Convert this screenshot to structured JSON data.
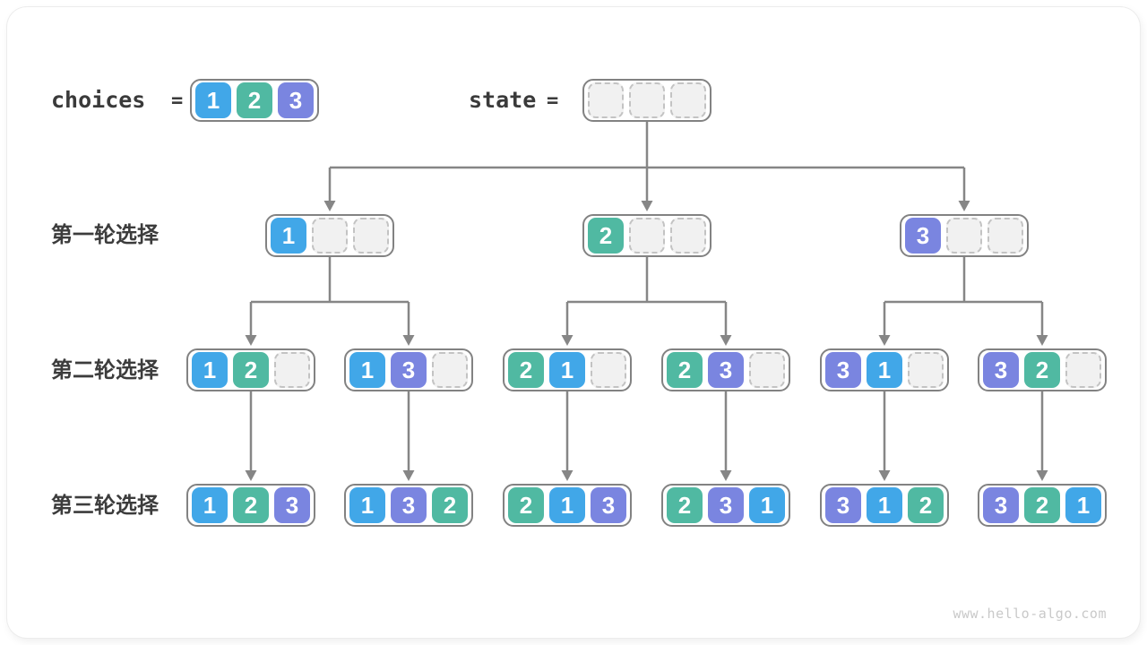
{
  "header": {
    "choices_label": "choices",
    "equals": "=",
    "state_label": "state",
    "choices_values": [
      1,
      2,
      3
    ],
    "state_values": [
      null,
      null,
      null
    ]
  },
  "tree": {
    "levels": [
      {
        "label": "第一轮选择",
        "boxes": [
          {
            "cells": [
              1,
              null,
              null
            ]
          },
          {
            "cells": [
              2,
              null,
              null
            ]
          },
          {
            "cells": [
              3,
              null,
              null
            ]
          }
        ]
      },
      {
        "label": "第二轮选择",
        "boxes": [
          {
            "cells": [
              1,
              2,
              null
            ]
          },
          {
            "cells": [
              1,
              3,
              null
            ]
          },
          {
            "cells": [
              2,
              1,
              null
            ]
          },
          {
            "cells": [
              2,
              3,
              null
            ]
          },
          {
            "cells": [
              3,
              1,
              null
            ]
          },
          {
            "cells": [
              3,
              2,
              null
            ]
          }
        ]
      },
      {
        "label": "第三轮选择",
        "boxes": [
          {
            "cells": [
              1,
              2,
              3
            ]
          },
          {
            "cells": [
              1,
              3,
              2
            ]
          },
          {
            "cells": [
              2,
              1,
              3
            ]
          },
          {
            "cells": [
              2,
              3,
              1
            ]
          },
          {
            "cells": [
              3,
              1,
              2
            ]
          },
          {
            "cells": [
              3,
              2,
              1
            ]
          }
        ]
      }
    ]
  },
  "value_colors": {
    "1": "#41a7e8",
    "2": "#50b9a2",
    "3": "#7a85e0"
  },
  "connector_color": "#868686",
  "watermark": "www.hello-algo.com"
}
